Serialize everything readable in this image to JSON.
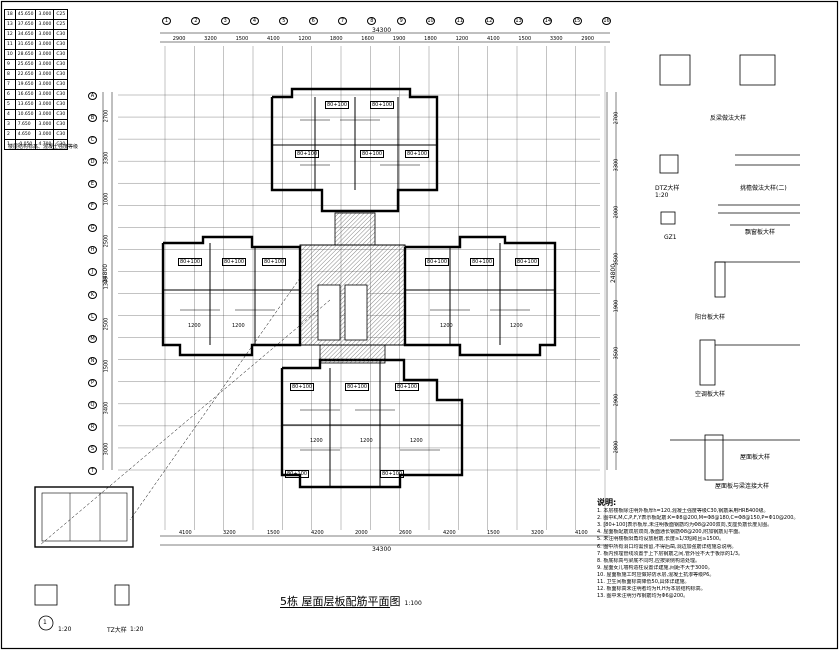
{
  "drawing": {
    "title": "5栋  屋面层板配筋平面图",
    "title_scale": "1:100"
  },
  "elevation_table": {
    "rows": [
      [
        "18",
        "45.650",
        "3.000",
        "C25"
      ],
      [
        "13",
        "37.650",
        "3.000",
        "C25"
      ],
      [
        "12",
        "34.650",
        "3.000",
        "C30"
      ],
      [
        "11",
        "31.650",
        "3.000",
        "C30"
      ],
      [
        "10",
        "28.650",
        "3.000",
        "C30"
      ],
      [
        "9",
        "25.650",
        "3.000",
        "C30"
      ],
      [
        "8",
        "22.650",
        "3.000",
        "C30"
      ],
      [
        "7",
        "19.650",
        "3.000",
        "C30"
      ],
      [
        "6",
        "16.650",
        "3.000",
        "C30"
      ],
      [
        "5",
        "13.650",
        "3.000",
        "C30"
      ],
      [
        "4",
        "10.650",
        "3.000",
        "C30"
      ],
      [
        "3",
        "7.650",
        "3.000",
        "C30"
      ],
      [
        "2",
        "4.650",
        "3.000",
        "C30"
      ],
      [
        "1",
        "-0.050",
        "4.700",
        "C30"
      ]
    ],
    "note": "楼层结构标高、混凝土强度等级"
  },
  "dimensions": {
    "top_total": "34300",
    "top_segments": [
      "2900",
      "3200",
      "1500",
      "4100",
      "1200",
      "1800",
      "1600",
      "1900",
      "1800",
      "1200",
      "4100",
      "1500",
      "3300",
      "2900"
    ],
    "bottom_total": "34300",
    "bottom_segments": [
      "4100",
      "3200",
      "1500",
      "4200",
      "2000",
      "2600",
      "4200",
      "1500",
      "3200",
      "4100"
    ],
    "left_total": "24800",
    "left_segments": [
      "2700",
      "3300",
      "1000",
      "2500",
      "1300",
      "2500",
      "1500",
      "3400",
      "3000"
    ],
    "right_total": "24800",
    "right_segments": [
      "2700",
      "3300",
      "2000",
      "3500",
      "1900",
      "3500",
      "2900",
      "2800"
    ]
  },
  "axis_labels": {
    "top": [
      "1",
      "2",
      "3",
      "4",
      "5",
      "6",
      "7",
      "8",
      "9",
      "10",
      "11",
      "12",
      "13",
      "14",
      "15",
      "16"
    ],
    "left": [
      "A",
      "B",
      "C",
      "D",
      "E",
      "F",
      "G",
      "H",
      "J",
      "K",
      "L",
      "M",
      "N",
      "P",
      "Q",
      "R",
      "S",
      "T"
    ]
  },
  "slab_tags": [
    "80+100",
    "80+100",
    "80+100",
    "80+100",
    "80+100",
    "80+100",
    "80+100",
    "80+100",
    "80+100",
    "80+100",
    "80+100",
    "80+100",
    "80+100",
    "80+100",
    "80+100",
    "80+100"
  ],
  "slab_values": [
    "1200",
    "1200",
    "1200",
    "1200",
    "1200",
    "1200",
    "1200"
  ],
  "details": {
    "d1": "反梁做法大样",
    "d2": "DTZ大样",
    "d2_scale": "1:20",
    "d3": "挑檐做法大样(二)",
    "d4": "GZ1",
    "d5": "飘窗板大样",
    "d6": "阳台板大样",
    "d7": "空调板大样",
    "d8": "屋面板大样",
    "d9": "屋面板与梁连接大样",
    "tz": "TZ大样",
    "tz_scale": "1:20",
    "one": "1",
    "one_scale": "1:20"
  },
  "notes": {
    "heading": "说明:",
    "items": [
      "1. 本层楼板除注明外板厚h=120,混凝土强度等级C30,钢筋采用HRB400级。",
      "2. 图中K,M,C,P,F,Y表示板配筋:K=Φ8@200,M=Φ8@180,C=Φ8@150,P=Φ10@200。",
      "3. [80+100]表示板厚,未注明板面钢筋均为Φ8@200双向,支座负筋长度见图。",
      "4. 屋面板配筋双层双向,板面通长钢筋Φ8@200,附加钢筋见平面。",
      "5. 未注明楼板阳角均设放射筋,长度≥1/3短跨且≥1500。",
      "6. 图中所有洞口均需预留,不得后凿,洞边加强筋详结施总说明。",
      "7. 板内预埋管线须置于上下层钢筋之间,管外径不大于板厚的1/3。",
      "8. 板底标高与梁底不同时,应按梁侧构造处理。",
      "9. 屋面女儿墙构造柱设置详建施,间距不大于3000。",
      "10. 屋面板施工时应做好防水层,混凝土抗渗等级P6。",
      "11. 卫生间板面标高降低50,具体详建施。",
      "12. 板面标高未注明者均为H,H为本层结构标高。",
      "13. 图中未注明分布钢筋均为Φ6@200。"
    ]
  }
}
